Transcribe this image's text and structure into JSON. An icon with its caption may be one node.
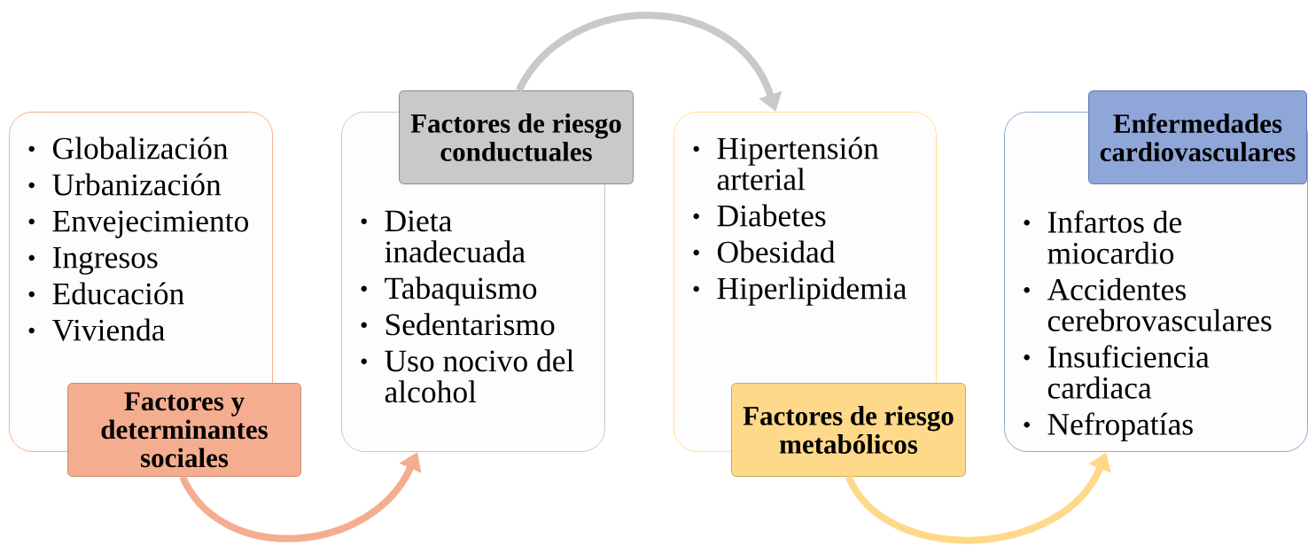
{
  "diagram": {
    "nodes": [
      {
        "text": [
          "Globalización",
          "Urbanización",
          "Envejecimiento",
          "Ingresos",
          "Educación",
          "Vivienda"
        ]
      },
      {
        "text": [
          "Factores y determinantes sociales"
        ]
      },
      {
        "text": [
          "Factores de riesgo conductuales"
        ]
      },
      {
        "text": [
          "Dieta inadecuada",
          "Tabaquismo",
          "Sedentarismo",
          "Uso nocivo del alcohol"
        ]
      },
      {
        "text": [
          "Hipertensión arterial",
          "Diabetes",
          "Obesidad",
          "Hiperlipidemia"
        ]
      },
      {
        "text": [
          "Factores de riesgo metabólicos"
        ]
      },
      {
        "text": [
          "Enfermedades cardiovasculares"
        ]
      },
      {
        "text": [
          "Infartos de miocardio",
          "Accidentes cerebrovasculares",
          "Insuficiencia cardiaca",
          "Nefropatías"
        ]
      }
    ],
    "edges": [
      {
        "from": 1,
        "to": 3,
        "arrow": "to",
        "color": "#f4ad8f"
      },
      {
        "from": 2,
        "to": 4,
        "arrow": "to",
        "color": "#c9c9c9"
      },
      {
        "from": 5,
        "to": 7,
        "arrow": "to",
        "color": "#ffd98a"
      }
    ]
  }
}
